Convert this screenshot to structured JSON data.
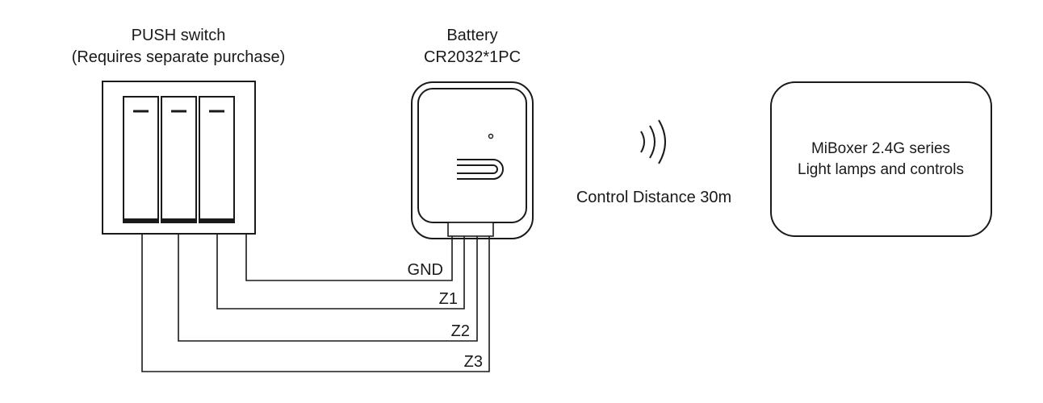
{
  "switch": {
    "title": "PUSH switch",
    "subtitle": "(Requires separate purchase)"
  },
  "battery": {
    "title": "Battery",
    "subtitle": "CR2032*1PC"
  },
  "wireless": {
    "distance_label": "Control Distance 30m"
  },
  "miboxer": {
    "line1": "MiBoxer 2.4G series",
    "line2": "Light lamps and controls"
  },
  "wires": {
    "gnd": "GND",
    "z1": "Z1",
    "z2": "Z2",
    "z3": "Z3"
  }
}
